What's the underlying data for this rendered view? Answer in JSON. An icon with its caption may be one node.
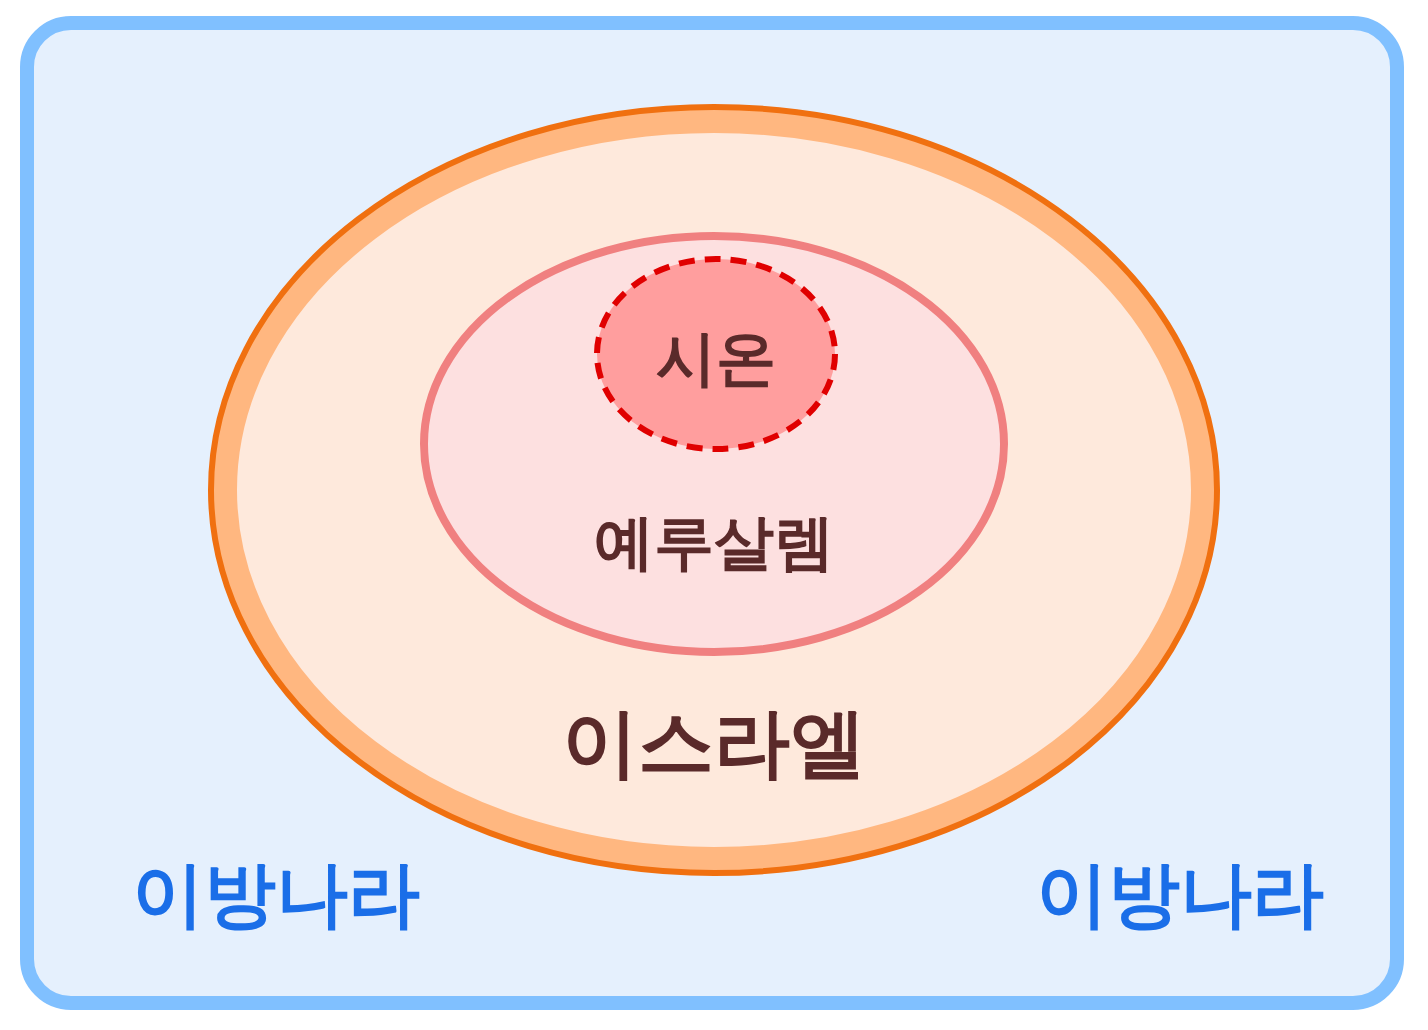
{
  "diagram": {
    "nodes": [
      {
        "text": [
          "이방나라",
          "이방나라"
        ]
      },
      {
        "text": [
          "이스라엘"
        ],
        "in": 0
      },
      {
        "text": [
          "예루살렘"
        ],
        "in": 1
      },
      {
        "text": [
          "시온"
        ],
        "in": 2
      }
    ]
  }
}
